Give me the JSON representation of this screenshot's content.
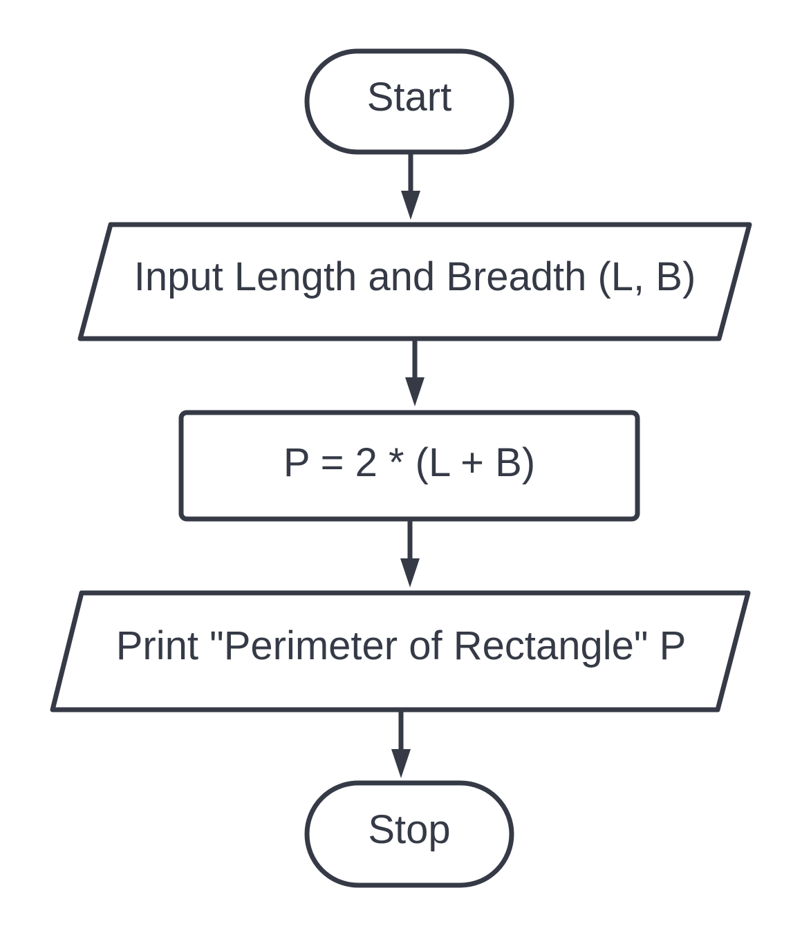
{
  "diagram": {
    "nodes": {
      "start": {
        "text": "Start",
        "shape": "terminator"
      },
      "input": {
        "text": "Input Length and Breadth (L, B)",
        "shape": "input-output"
      },
      "process": {
        "text": "P = 2 * (L + B)",
        "shape": "process"
      },
      "output": {
        "text": "Print \"Perimeter of Rectangle\" P",
        "shape": "input-output"
      },
      "stop": {
        "text": "Stop",
        "shape": "terminator"
      }
    },
    "edges": [
      {
        "from": "start",
        "to": "input"
      },
      {
        "from": "input",
        "to": "process"
      },
      {
        "from": "process",
        "to": "output"
      },
      {
        "from": "output",
        "to": "stop"
      }
    ],
    "colors": {
      "stroke": "#353a46",
      "text": "#353a46",
      "fill": "#ffffff",
      "background": "#ffffff"
    }
  }
}
